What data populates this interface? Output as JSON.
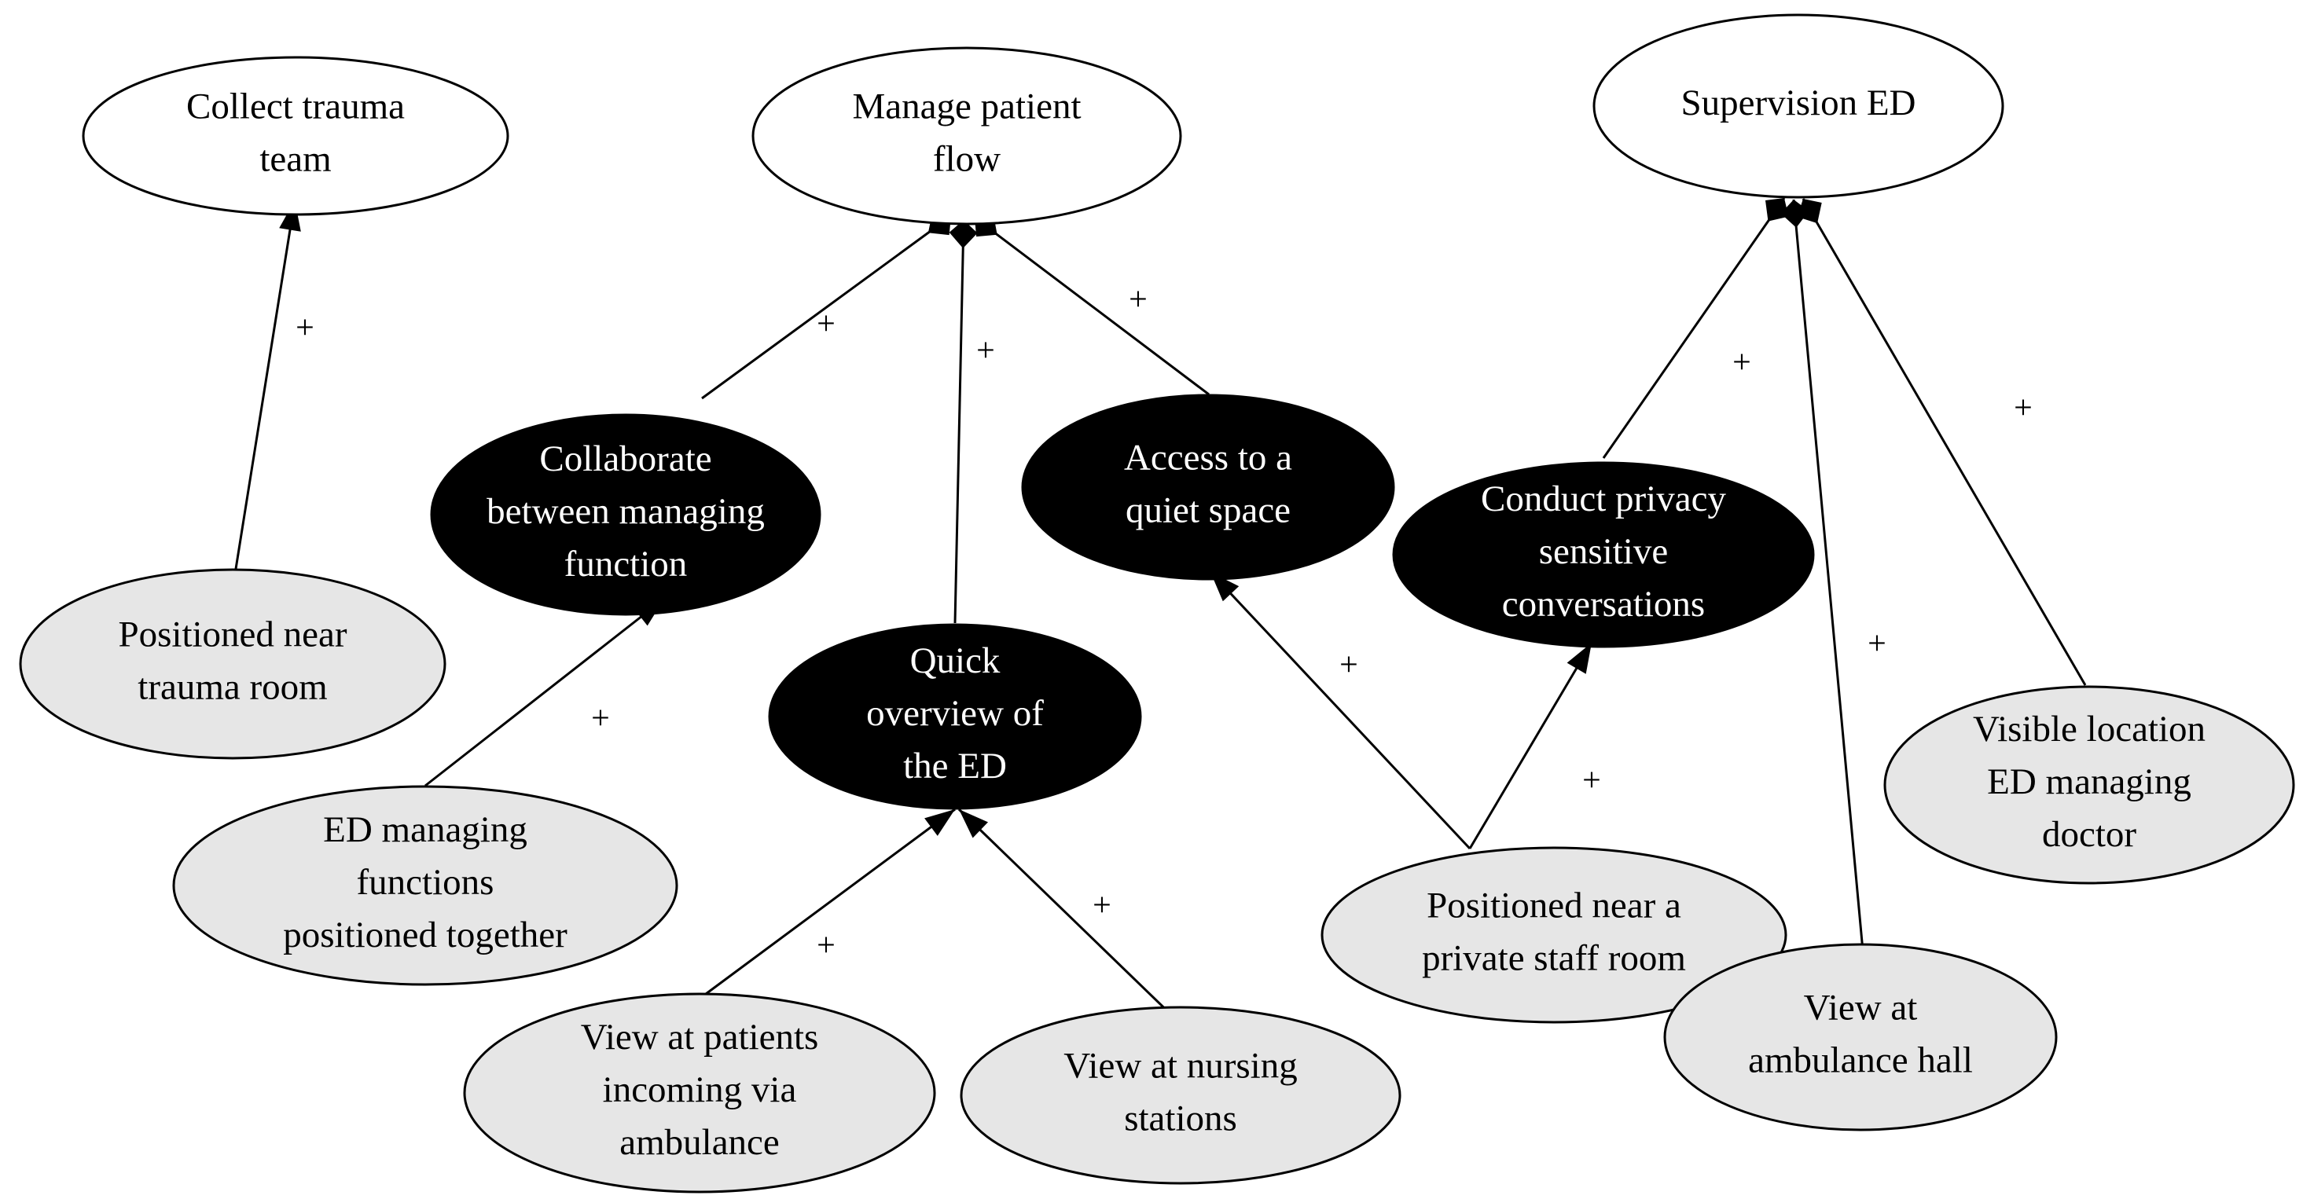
{
  "colors": {
    "goal_fill": "#ffffff",
    "softgoal_fill": "#000000",
    "task_fill": "#e6e6e6",
    "stroke": "#000000",
    "text_dark": "#000000",
    "text_light": "#ffffff"
  },
  "nodes": [
    {
      "id": "collect-trauma-team",
      "kind": "goal",
      "lines": [
        "Collect trauma",
        "team"
      ]
    },
    {
      "id": "manage-patient-flow",
      "kind": "goal",
      "lines": [
        "Manage patient",
        "flow"
      ]
    },
    {
      "id": "supervision-ed",
      "kind": "goal",
      "lines": [
        "Supervision ED"
      ]
    },
    {
      "id": "collaborate-between-managing-function",
      "kind": "softgoal",
      "lines": [
        "Collaborate",
        "between managing",
        "function"
      ]
    },
    {
      "id": "access-to-a-quiet-space",
      "kind": "softgoal",
      "lines": [
        "Access to a",
        "quiet space"
      ]
    },
    {
      "id": "conduct-privacy-sensitive-conversations",
      "kind": "softgoal",
      "lines": [
        "Conduct privacy",
        "sensitive",
        "conversations"
      ]
    },
    {
      "id": "quick-overview-of-the-ed",
      "kind": "softgoal",
      "lines": [
        "Quick",
        "overview of",
        "the ED"
      ]
    },
    {
      "id": "positioned-near-trauma-room",
      "kind": "task",
      "lines": [
        "Positioned near",
        "trauma room"
      ]
    },
    {
      "id": "ed-managing-functions-positioned-together",
      "kind": "task",
      "lines": [
        "ED managing",
        "functions",
        "positioned together"
      ]
    },
    {
      "id": "view-at-patients-incoming-via-ambulance",
      "kind": "task",
      "lines": [
        "View at patients",
        "incoming via",
        "ambulance"
      ]
    },
    {
      "id": "view-at-nursing-stations",
      "kind": "task",
      "lines": [
        "View at nursing",
        "stations"
      ]
    },
    {
      "id": "positioned-near-a-private-staff-room",
      "kind": "task",
      "lines": [
        "Positioned near a",
        "private staff room"
      ]
    },
    {
      "id": "view-at-ambulance-hall",
      "kind": "task",
      "lines": [
        "View at",
        "ambulance hall"
      ]
    },
    {
      "id": "visible-location-ed-managing-doctor",
      "kind": "task",
      "lines": [
        "Visible location",
        "ED managing",
        "doctor"
      ]
    }
  ],
  "edges": [
    {
      "from": "positioned-near-trauma-room",
      "to": "collect-trauma-team",
      "type": "contribution",
      "label": "+"
    },
    {
      "from": "collaborate-between-managing-function",
      "to": "manage-patient-flow",
      "type": "decomposition",
      "label": "+"
    },
    {
      "from": "quick-overview-of-the-ed",
      "to": "manage-patient-flow",
      "type": "decomposition",
      "label": "+"
    },
    {
      "from": "access-to-a-quiet-space",
      "to": "manage-patient-flow",
      "type": "decomposition",
      "label": "+"
    },
    {
      "from": "ed-managing-functions-positioned-together",
      "to": "collaborate-between-managing-function",
      "type": "contribution",
      "label": "+"
    },
    {
      "from": "view-at-patients-incoming-via-ambulance",
      "to": "quick-overview-of-the-ed",
      "type": "contribution",
      "label": "+"
    },
    {
      "from": "view-at-nursing-stations",
      "to": "quick-overview-of-the-ed",
      "type": "contribution",
      "label": "+"
    },
    {
      "from": "positioned-near-a-private-staff-room",
      "to": "access-to-a-quiet-space",
      "type": "contribution",
      "label": "+"
    },
    {
      "from": "positioned-near-a-private-staff-room",
      "to": "conduct-privacy-sensitive-conversations",
      "type": "contribution",
      "label": "+"
    },
    {
      "from": "conduct-privacy-sensitive-conversations",
      "to": "supervision-ed",
      "type": "decomposition",
      "label": "+"
    },
    {
      "from": "view-at-ambulance-hall",
      "to": "supervision-ed",
      "type": "decomposition",
      "label": "+"
    },
    {
      "from": "visible-location-ed-managing-doctor",
      "to": "supervision-ed",
      "type": "decomposition",
      "label": "+"
    }
  ]
}
